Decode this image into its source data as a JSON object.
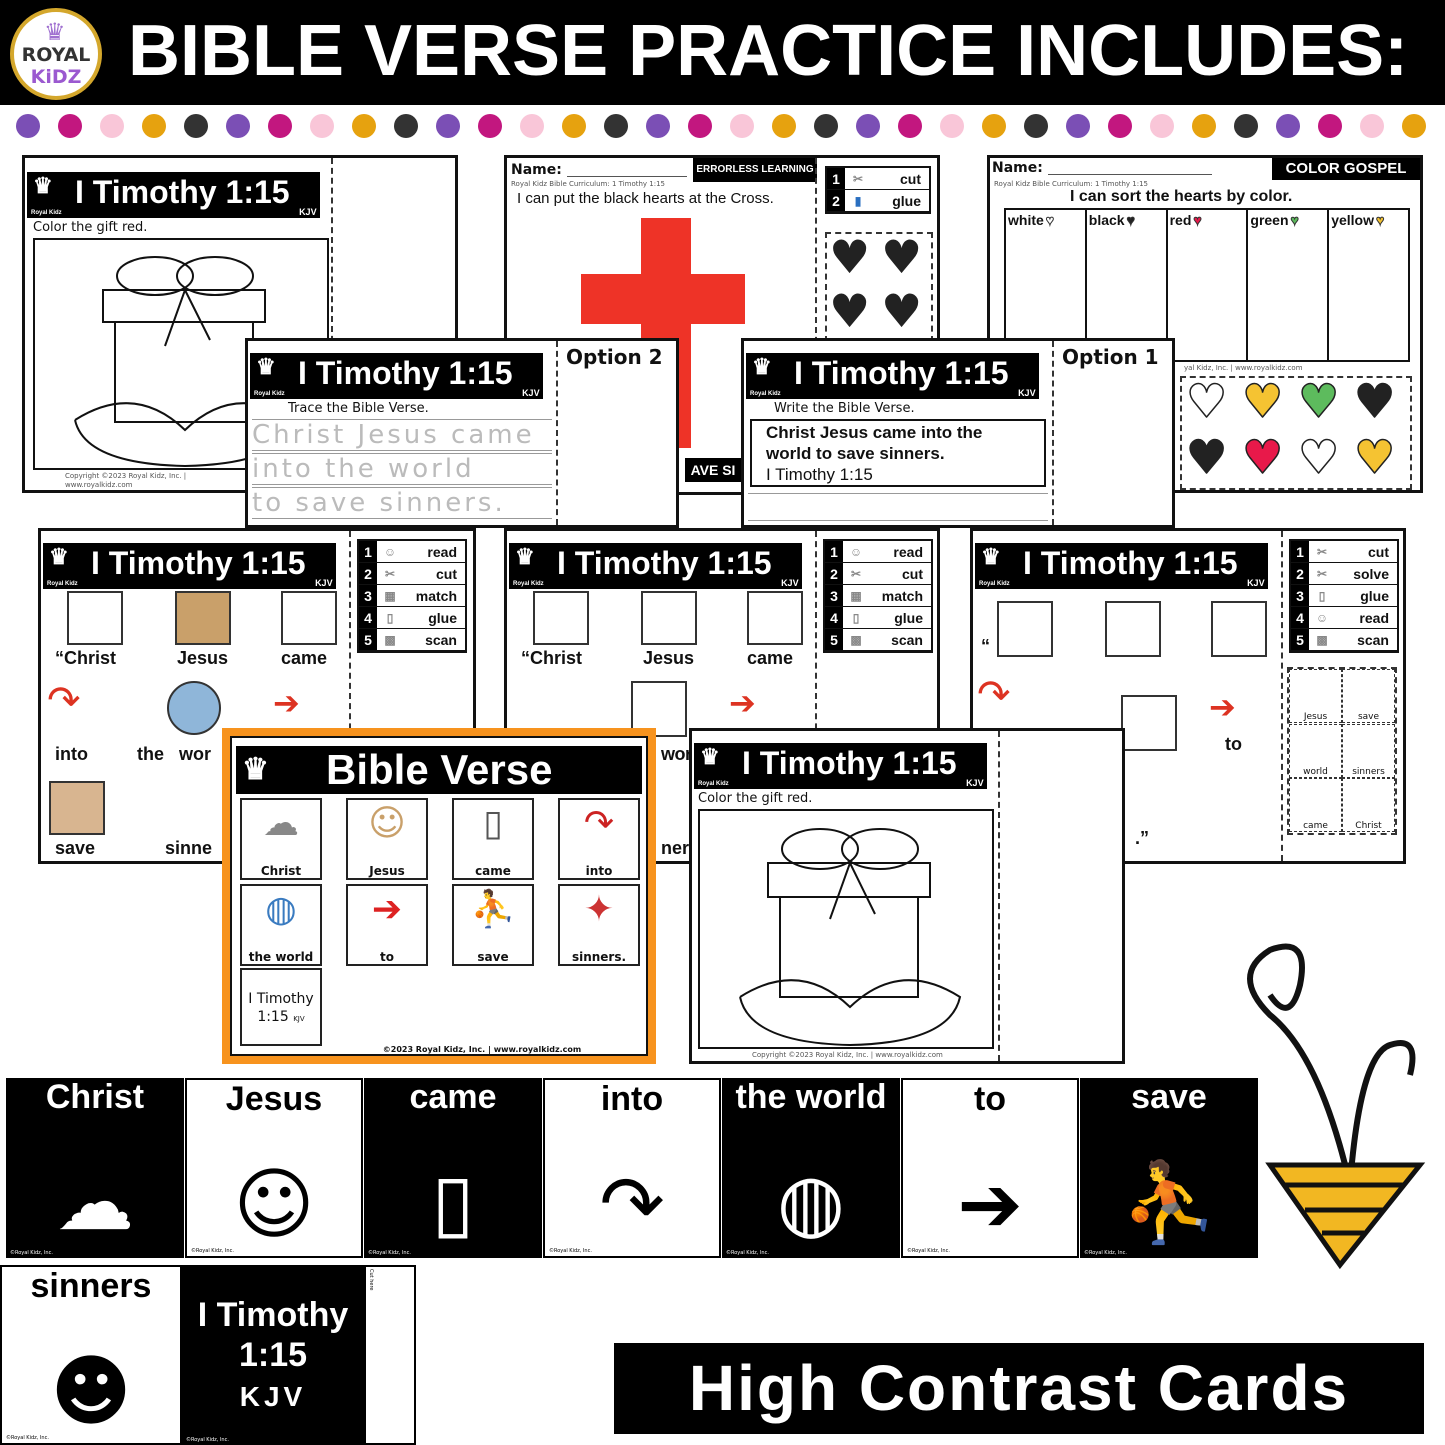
{
  "header": {
    "title": "BIBLE VERSE PRACTICE INCLUDES:",
    "logo_line1": "ROYAL",
    "logo_line2": "KiDZ"
  },
  "dot_colors": [
    "#7b4fb5",
    "#c2177f",
    "#f9c6d8",
    "#e6a20f",
    "#333333"
  ],
  "verse_ref": "I Timothy 1:15",
  "kjv": "KJV",
  "brand": "Royal Kidz",
  "sheet_gift": {
    "instruction": "Color the gift red.",
    "copyright": "Copyright ©2023 Royal Kidz, Inc. | www.royalkidz.com"
  },
  "sheet_cross": {
    "name_label": "Name:",
    "badge": "ERRORLESS LEARNING",
    "curriculum": "Royal Kidz Bible Curriculum: 1 Timothy 1:15",
    "sentence": "I can put the black hearts at the Cross.",
    "steps": [
      "cut",
      "glue"
    ],
    "bottom_fragment": "AVE SI"
  },
  "sheet_color": {
    "name_label": "Name:",
    "badge": "COLOR GOSPEL",
    "curriculum": "Royal Kidz Bible Curriculum: 1 Timothy 1:15",
    "sentence": "I can sort the hearts by color.",
    "columns": [
      "white",
      "black",
      "red",
      "green",
      "yellow"
    ],
    "footer": "yal Kidz, Inc. | www.royalkidz.com"
  },
  "sheet_trace": {
    "option": "Option 2",
    "instruction": "Trace the Bible Verse.",
    "lines": [
      "Christ Jesus came",
      "into the world",
      "to save sinners."
    ]
  },
  "sheet_write": {
    "option": "Option 1",
    "instruction": "Write the Bible Verse.",
    "verse": "Christ Jesus came into the world to save sinners.",
    "ref": "I Timothy 1:15"
  },
  "sheet_match1": {
    "steps": [
      "read",
      "cut",
      "match",
      "glue",
      "scan"
    ],
    "words": [
      "“Christ",
      "Jesus",
      "came",
      "into",
      "the",
      "wor",
      "save",
      "sinne"
    ]
  },
  "sheet_match2": {
    "steps": [
      "read",
      "cut",
      "match",
      "glue",
      "scan"
    ],
    "words": [
      "“Christ",
      "Jesus",
      "came",
      "wor",
      "ner"
    ]
  },
  "sheet_solve": {
    "steps": [
      "cut",
      "solve",
      "glue",
      "read",
      "scan"
    ],
    "words": [
      "to"
    ],
    "open_quote": "“",
    "close_quote": ".”",
    "pieces": [
      "Jesus",
      "save",
      "world",
      "sinners",
      "came",
      "Christ"
    ]
  },
  "bible_verse_card": {
    "title": "Bible Verse",
    "cells": [
      "Christ",
      "Jesus",
      "came",
      "into",
      "the world",
      "to",
      "save",
      "sinners."
    ],
    "ref_line1": "I Timothy",
    "ref_line2": "1:15",
    "ref_kjv": "KJV",
    "footer": "©2023 Royal Kidz, Inc. | www.royalkidz.com"
  },
  "contrast_cards": [
    "Christ",
    "Jesus",
    "came",
    "into",
    "the world",
    "to",
    "save",
    "sinners"
  ],
  "contrast_ref": {
    "line1": "I Timothy",
    "line2": "1:15",
    "line3": "KJV"
  },
  "card_credit": "©Royal Kidz, Inc.",
  "cut_here": "Cut here",
  "banner": "High Contrast Cards"
}
